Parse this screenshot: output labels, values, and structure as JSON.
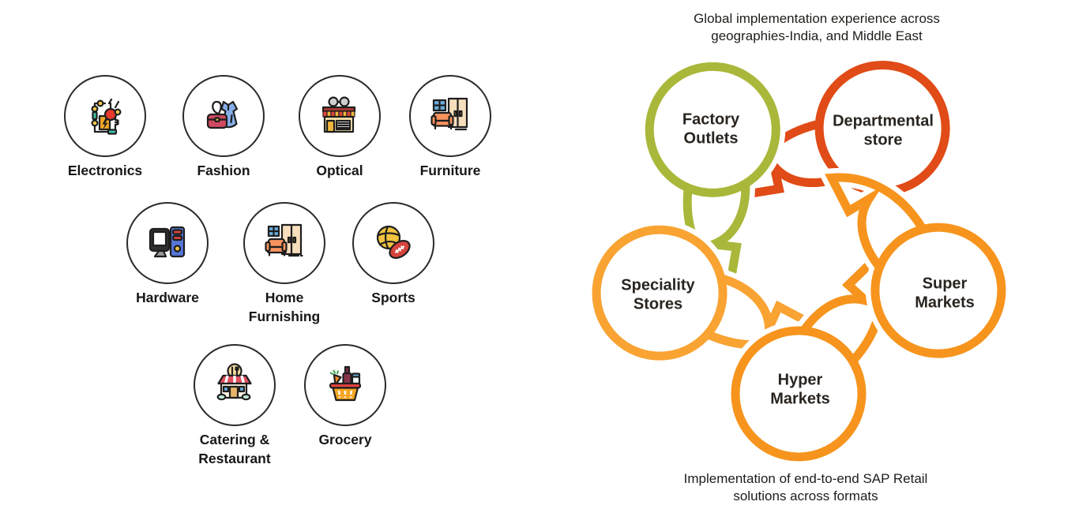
{
  "left_panel": {
    "categories": [
      {
        "label": "Electronics",
        "icon": "electronics-icon"
      },
      {
        "label": "Fashion",
        "icon": "fashion-icon"
      },
      {
        "label": "Optical",
        "icon": "optical-icon"
      },
      {
        "label": "Furniture",
        "icon": "furniture-icon"
      },
      {
        "label": "Hardware",
        "icon": "hardware-icon"
      },
      {
        "label": "Home Furnishing",
        "icon": "home-furnishing-icon"
      },
      {
        "label": "Sports",
        "icon": "sports-icon"
      },
      {
        "label": "Catering & Restaurant",
        "icon": "catering-restaurant-icon"
      },
      {
        "label": "Grocery",
        "icon": "grocery-icon"
      }
    ]
  },
  "diagram": {
    "top_caption": "Global implementation experience across geographies-India, and Middle East",
    "bottom_caption": "Implementation of end-to-end SAP Retail solutions across formats",
    "petals": [
      {
        "label": "Factory Outlets",
        "color": "#a9b83a"
      },
      {
        "label": "Departmental store",
        "color": "#e04b17"
      },
      {
        "label": "Super Markets",
        "color": "#f7941d"
      },
      {
        "label": "Hyper Markets",
        "color": "#f7941d"
      },
      {
        "label": "Speciality Stores",
        "color": "#f9a332"
      }
    ]
  }
}
